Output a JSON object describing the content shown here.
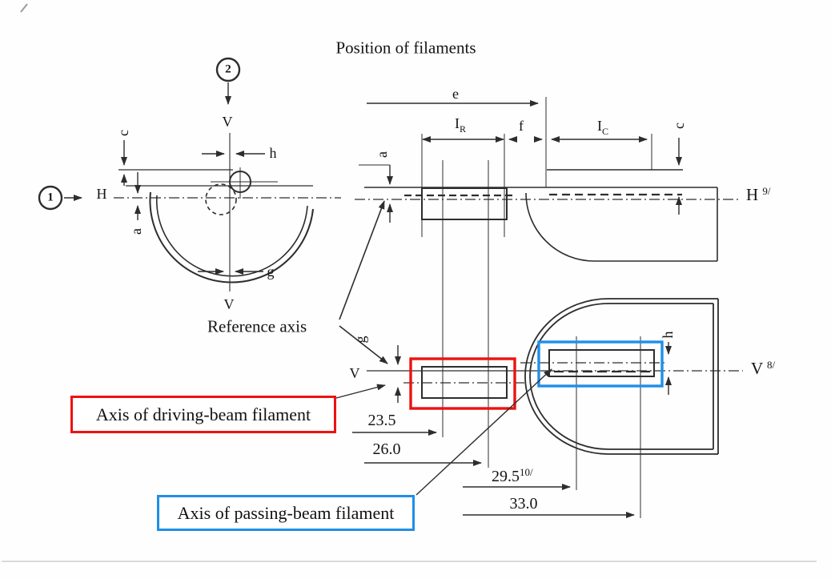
{
  "title": "Position of filaments",
  "colors": {
    "line": "#2d2d2d",
    "driving_beam_box": "#ee1111",
    "passing_beam_box": "#1f8fe8",
    "text": "#141414"
  },
  "end_view": {
    "marker_2": "2",
    "marker_1": "1",
    "v_top": "V",
    "v_bottom": "V",
    "h_axis": "H",
    "dim_c": "c",
    "dim_h": "h",
    "dim_a": "a",
    "dim_g": "g"
  },
  "h_view": {
    "dim_e": "e",
    "dim_ir_main": "I",
    "dim_ir_sub": "R",
    "dim_f": "f",
    "dim_ic_main": "I",
    "dim_ic_sub": "C",
    "dim_a": "a",
    "dim_c": "c",
    "axis_label": "H",
    "axis_note": "9/"
  },
  "v_view": {
    "v_label": "V",
    "axis_label": "V",
    "axis_note": "8/",
    "dim_g": "g",
    "dim_h": "h",
    "dist_1": "23.5",
    "dist_2": "26.0",
    "dist_3": "29.5",
    "dist_3_note": "10/",
    "dist_4": "33.0"
  },
  "annotations": {
    "reference_axis": "Reference axis",
    "driving_beam_label": "Axis of driving-beam filament",
    "passing_beam_label": "Axis of passing-beam filament"
  }
}
